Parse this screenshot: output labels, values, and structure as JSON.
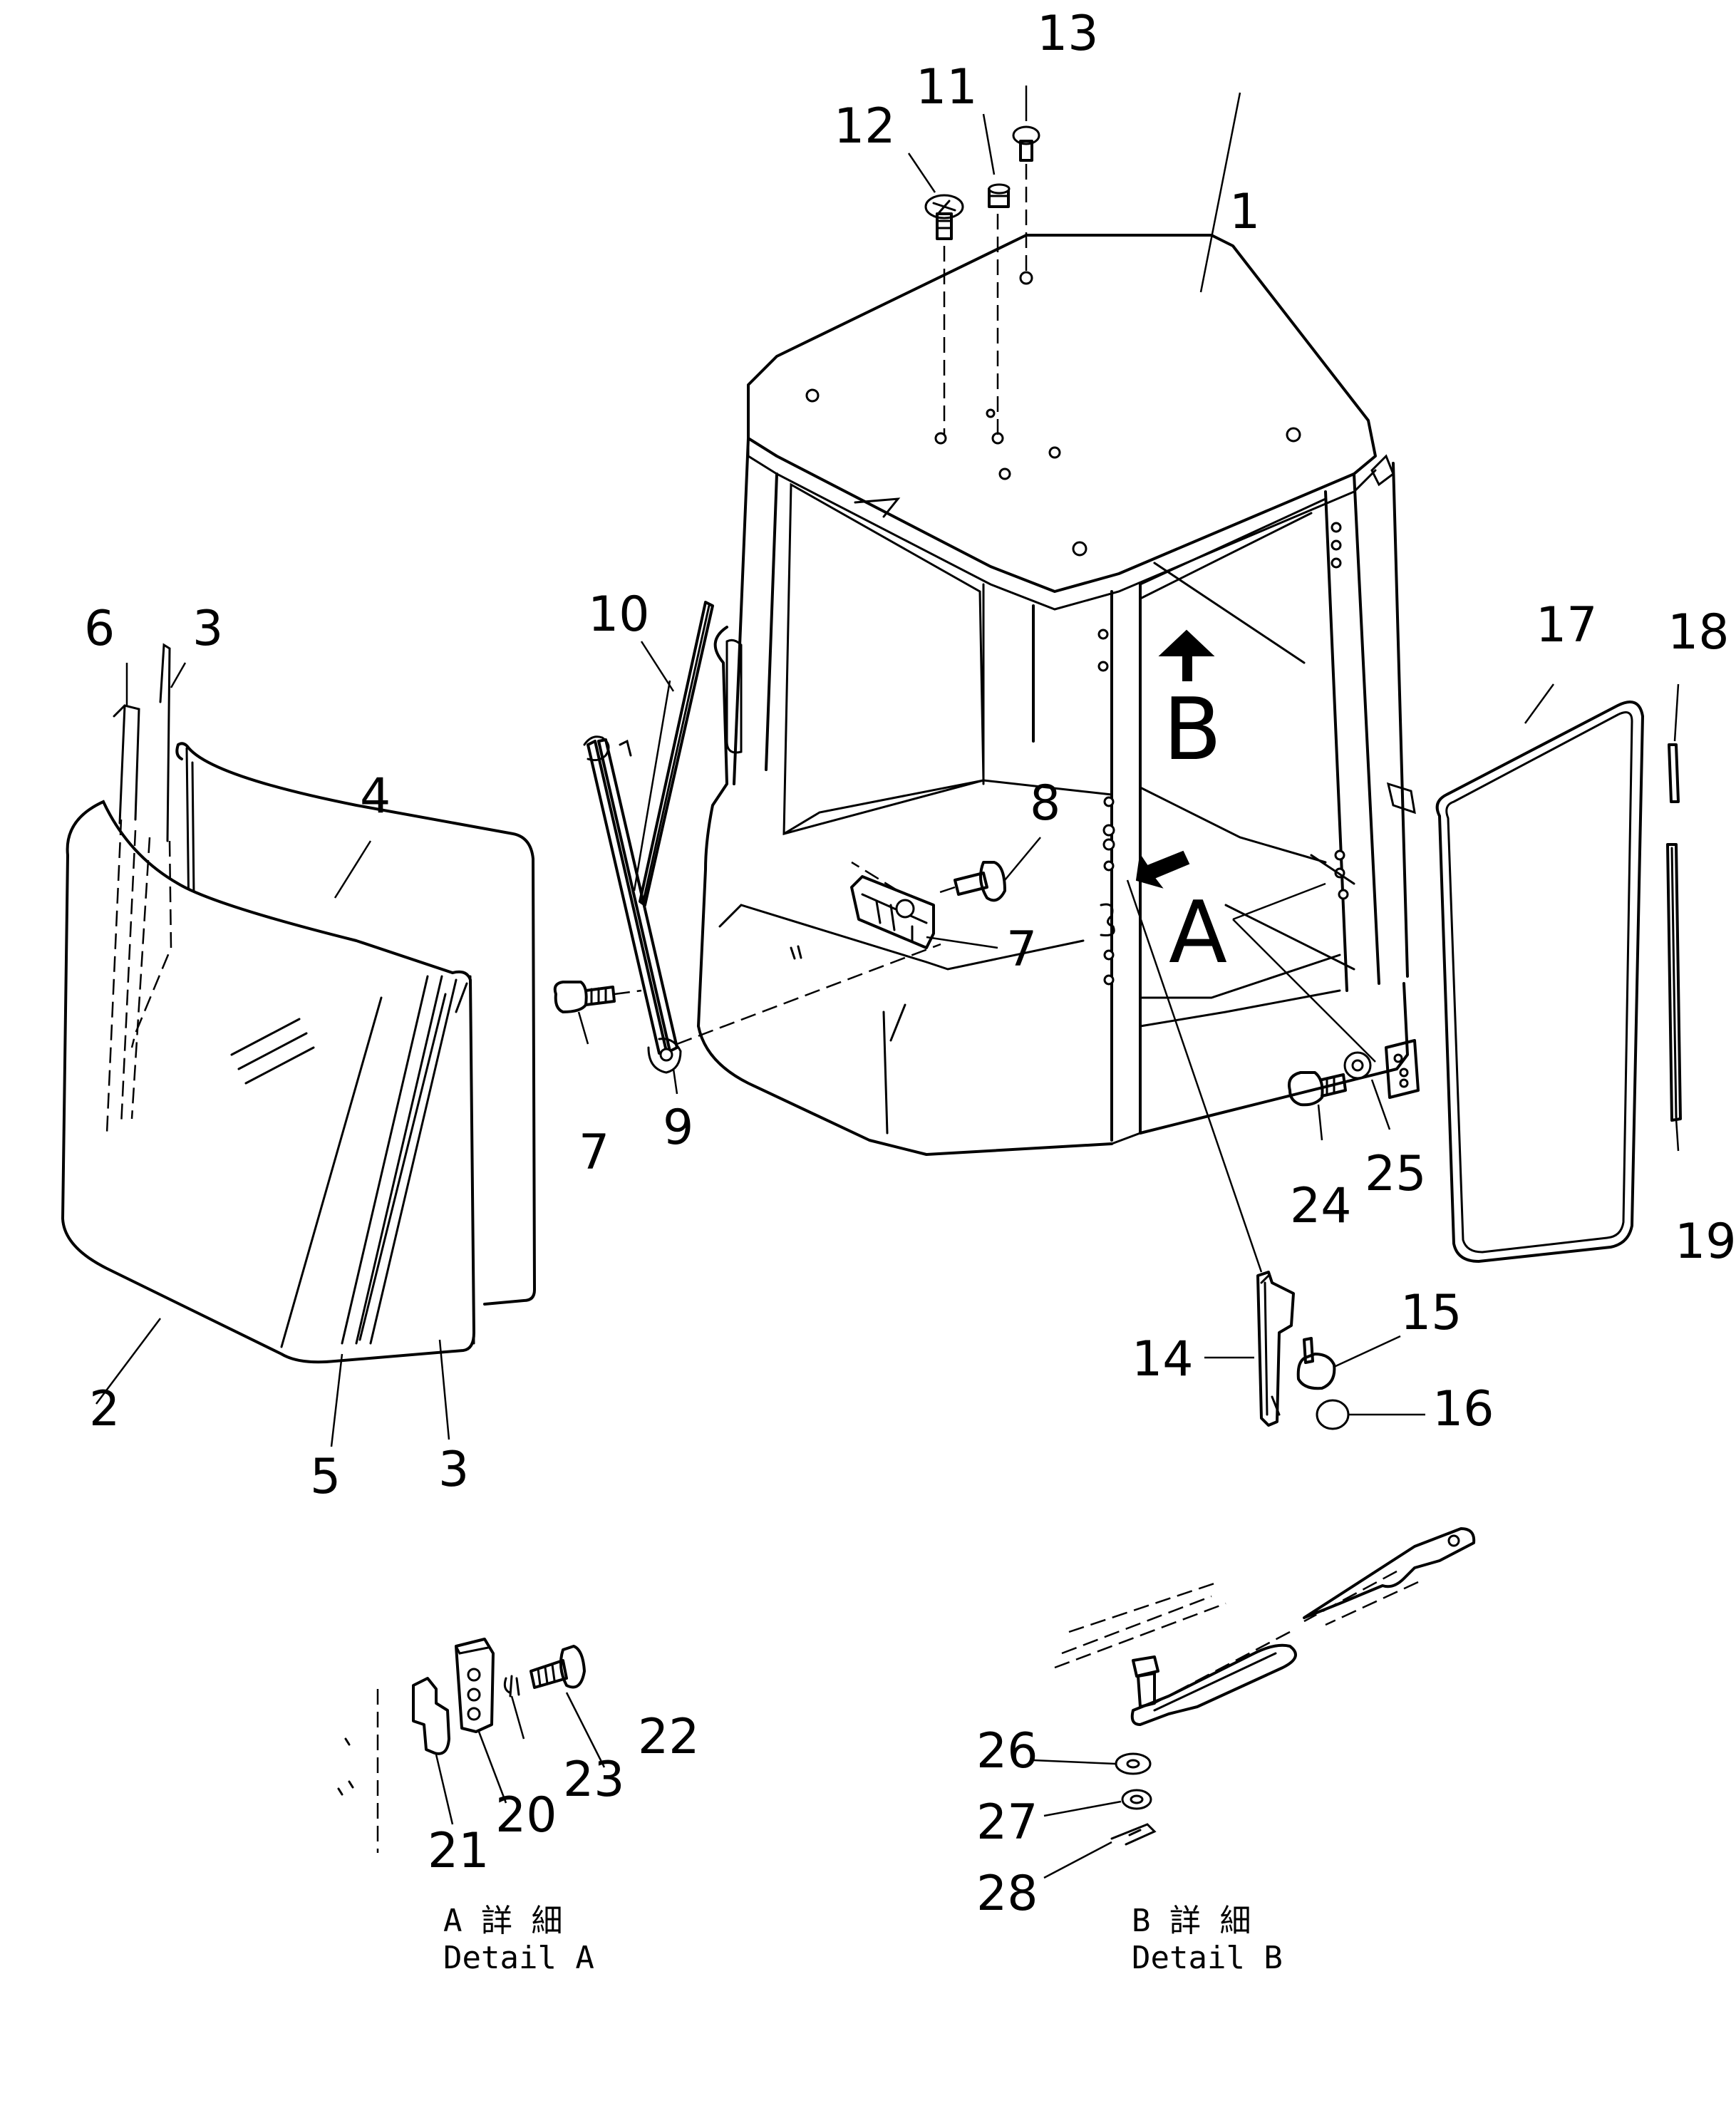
{
  "callouts": {
    "c1": "1",
    "c2": "2",
    "c3a": "3",
    "c3b": "3",
    "c4": "4",
    "c5": "5",
    "c6": "6",
    "c7a": "7",
    "c7b": "7",
    "c8": "8",
    "c9": "9",
    "c10": "10",
    "c11": "11",
    "c12": "12",
    "c13": "13",
    "c14": "14",
    "c15": "15",
    "c16": "16",
    "c17": "17",
    "c18": "18",
    "c19": "19",
    "c20": "20",
    "c21": "21",
    "c22": "22",
    "c23": "23",
    "c24": "24",
    "c25": "25",
    "c26": "26",
    "c27": "27",
    "c28": "28"
  },
  "view_arrows": {
    "a": "A",
    "b": "B"
  },
  "details": {
    "a_jp": "A 詳 細",
    "a_en": "Detail A",
    "b_jp": "B 詳 細",
    "b_en": "Detail B"
  }
}
